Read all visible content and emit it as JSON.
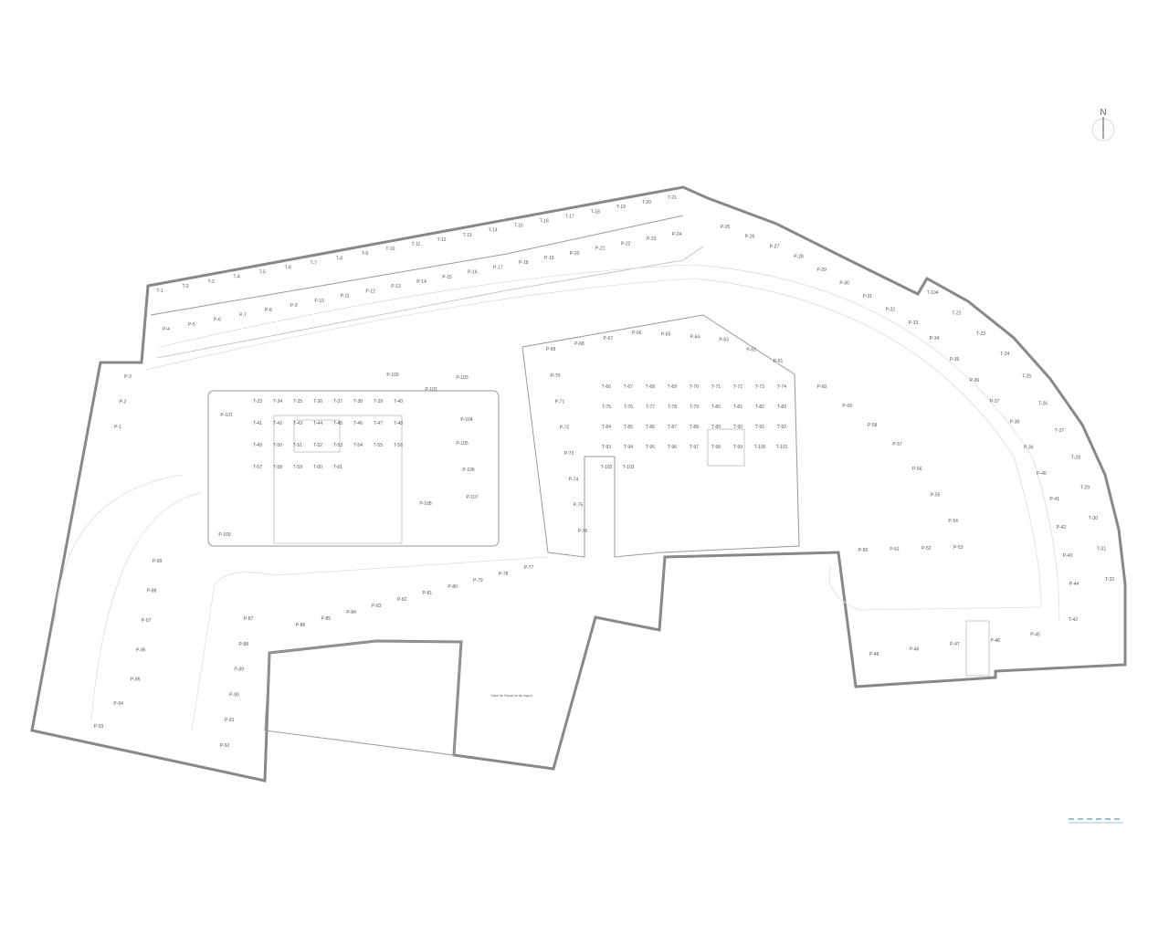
{
  "compass": {
    "label": "N"
  },
  "rooms": {
    "storage_room": "Sala de Reserva de Agua"
  },
  "spaces": {
    "trasteros_top": [
      "T-1",
      "T-2",
      "T-3",
      "T-4",
      "T-5",
      "T-6",
      "T-7",
      "T-8",
      "T-9",
      "T-10",
      "T-11",
      "T-12",
      "T-13",
      "T-14",
      "T-15",
      "T-16",
      "T-17",
      "T-18",
      "T-19",
      "T-20",
      "T-21"
    ],
    "plazas_top": [
      "P-4",
      "P-5",
      "P-6",
      "P-7",
      "P-8",
      "P-9",
      "P-10",
      "P-11",
      "P-12",
      "P-13",
      "P-14",
      "P-15",
      "P-16",
      "P-17",
      "P-18",
      "P-19",
      "P-20",
      "P-21",
      "P-22",
      "P-23",
      "P-24"
    ],
    "plazas_ne": [
      "P-25",
      "P-26",
      "P-27",
      "P-28",
      "P-29",
      "P-30",
      "P-31",
      "P-32",
      "P-33"
    ],
    "trasteros_east": [
      "T-104",
      "T-22",
      "T-23",
      "T-24",
      "T-25",
      "T-26",
      "T-27",
      "T-28",
      "T-29",
      "T-30",
      "T-31",
      "T-32"
    ],
    "plazas_east": [
      "P-34",
      "P-35",
      "P-36",
      "P-37",
      "P-38",
      "P-39",
      "P-40",
      "P-41",
      "P-42",
      "P-43",
      "P-44"
    ],
    "plazas_se": [
      "P-48",
      "P-46",
      "P-47",
      "P-46",
      "P-45",
      "T-42"
    ],
    "plazas_inner_arc": [
      "P-60",
      "P-59",
      "P-58",
      "P-57",
      "P-56",
      "P-55",
      "P-54",
      "P-53",
      "P-52",
      "P-51",
      "P-50"
    ],
    "plazas_center_top": [
      "P-69",
      "P-68",
      "P-67",
      "P-66",
      "P-65",
      "P-64",
      "P-63",
      "P-62",
      "P-61"
    ],
    "plazas_center_col": [
      "P-70",
      "P-71",
      "P-72",
      "P-73",
      "P-74",
      "P-75",
      "P-76"
    ],
    "plazas_bottom": [
      "P-77",
      "P-78",
      "P-79",
      "P-80",
      "P-81",
      "P-82",
      "P-83",
      "P-84",
      "P-85",
      "P-86"
    ],
    "plazas_sw": [
      "P-87",
      "P-88",
      "P-89",
      "P-90",
      "P-91",
      "P-92"
    ],
    "plazas_west": [
      "P-99",
      "P-98",
      "P-97",
      "P-96",
      "P-95",
      "P-94",
      "P-93"
    ],
    "plazas_nw": [
      "P-3",
      "P-2",
      "P-1"
    ],
    "plazas_island": [
      "P-100",
      "P-101",
      "P-102",
      "P-103",
      "P-104",
      "P-105",
      "P-106",
      "P-107",
      "P-108",
      "P-109"
    ],
    "trasteros_island": [
      "T-33",
      "T-34",
      "T-35",
      "T-36",
      "T-37",
      "T-38",
      "T-39",
      "T-40",
      "T-41",
      "T-42",
      "T-43",
      "T-44",
      "T-45",
      "T-46",
      "T-47",
      "T-48",
      "T-49",
      "T-50",
      "T-51",
      "T-52",
      "T-53",
      "T-54",
      "T-55",
      "T-56",
      "T-57",
      "T-58",
      "T-59",
      "T-60",
      "T-61"
    ],
    "trasteros_core": [
      "T-66",
      "T-67",
      "T-68",
      "T-69",
      "T-70",
      "T-71",
      "T-72",
      "T-73",
      "T-74",
      "T-75",
      "T-76",
      "T-77",
      "T-78",
      "T-79",
      "T-80",
      "T-81",
      "T-82",
      "T-83",
      "T-84",
      "T-85",
      "T-86",
      "T-87",
      "T-88",
      "T-89",
      "T-90",
      "T-91",
      "T-92",
      "T-93",
      "T-94",
      "T-95",
      "T-96",
      "T-97",
      "T-98",
      "T-99",
      "T-100",
      "T-101",
      "T-102",
      "T-103"
    ]
  }
}
